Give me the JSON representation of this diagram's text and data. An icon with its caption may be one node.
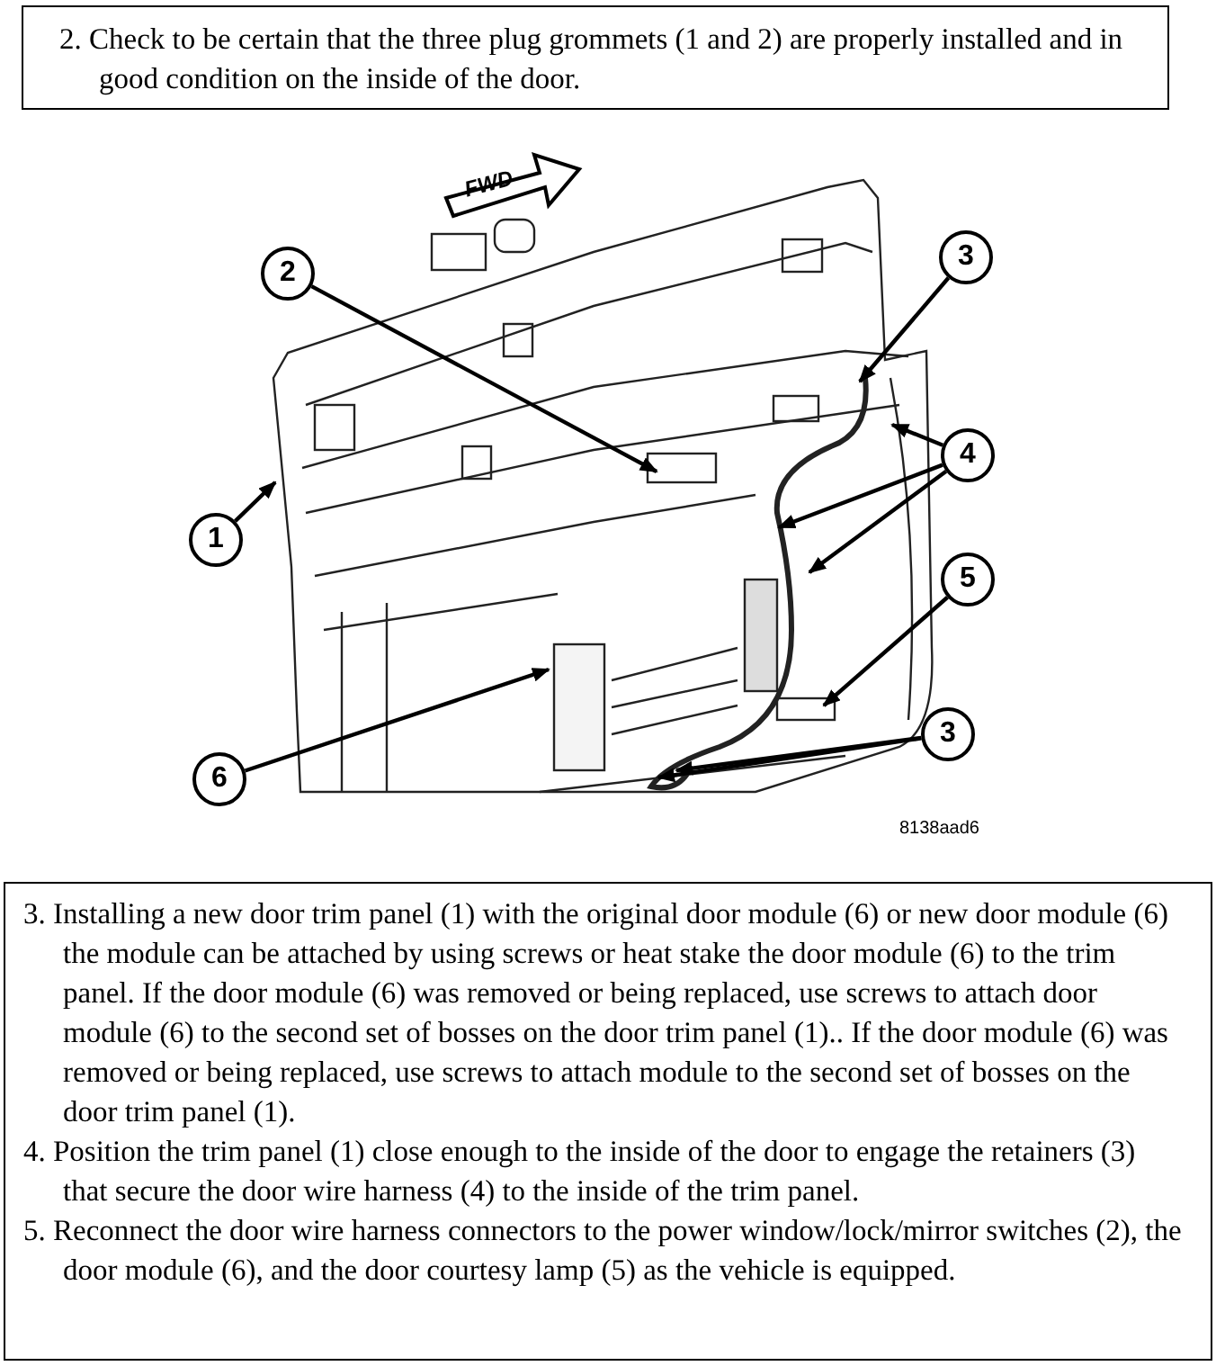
{
  "diagram": {
    "nodes": [
      {
        "text": [
          "3"
        ]
      },
      {
        "text": [
          "2"
        ]
      },
      {
        "text": [
          "4"
        ]
      },
      {
        "text": [
          "1"
        ]
      },
      {
        "text": [
          "5"
        ]
      },
      {
        "text": [
          "3"
        ]
      },
      {
        "text": [
          "6"
        ]
      }
    ],
    "edges": [
      {
        "from": 0,
        "to": null,
        "arrow": "to"
      },
      {
        "from": 1,
        "to": null,
        "arrow": "to"
      },
      {
        "from": 2,
        "to": null,
        "arrow": "to"
      },
      {
        "from": 2,
        "to": null,
        "arrow": "to"
      },
      {
        "from": 2,
        "to": null,
        "arrow": "to"
      },
      {
        "from": 3,
        "to": null,
        "arrow": "to"
      },
      {
        "from": 4,
        "to": null,
        "arrow": "to"
      },
      {
        "from": 5,
        "to": null,
        "arrow": "to"
      },
      {
        "from": 5,
        "to": null,
        "arrow": "to"
      },
      {
        "from": 6,
        "to": null,
        "arrow": "to"
      }
    ],
    "labels": [
      "2. Check to be certain that the three plug grommets (1 and 2) are properly installed and in good condition on the inside of the door.",
      "FWD",
      "8138aad6",
      "3. Installing a new door trim panel (1) with the original door module (6) or new door module (6) the module can be attached by using screws or heat stake the door module (6) to the trim panel. If the door module (6) was removed or being replaced, use screws to attach door module (6) to the second set of bosses on the door trim panel (1).. If the door module (6) was removed or being replaced, use screws to attach module to the second set of bosses on the door trim panel (1).",
      "4. Position the trim panel (1) close enough to the inside of the door to engage the retainers (3) that secure the door wire harness (4) to the inside of the trim panel.",
      "5. Reconnect the door wire harness connectors to the power window/lock/mirror switches (2), the door module (6), and the door courtesy lamp (5) as the vehicle is equipped."
    ]
  }
}
